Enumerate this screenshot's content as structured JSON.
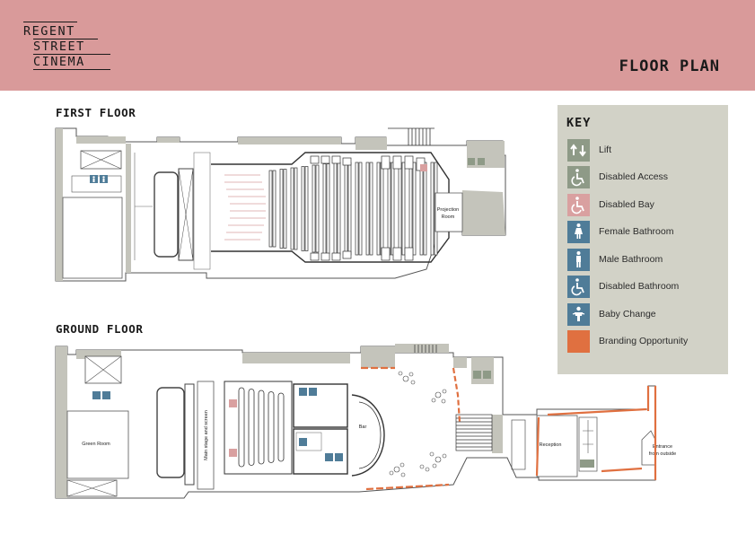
{
  "header": {
    "logo_lines": [
      "REGENT",
      "STREET",
      "CINEMA"
    ],
    "title": "FLOOR PLAN"
  },
  "floors": {
    "first": {
      "title": "FIRST FLOOR",
      "rooms": {
        "projection_room_line1": "Projection",
        "projection_room_line2": "Room"
      }
    },
    "ground": {
      "title": "GROUND FLOOR",
      "rooms": {
        "green_room": "Green Room",
        "main_stage": "Main stage and screen",
        "bar": "Bar",
        "reception": "Reception",
        "entrance_line1": "Entrance",
        "entrance_line2": "from outside"
      }
    }
  },
  "key": {
    "title": "KEY",
    "items": [
      {
        "label": "Lift",
        "icon": "lift-icon",
        "color": "#8e9a87"
      },
      {
        "label": "Disabled Access",
        "icon": "wheelchair-icon",
        "color": "#8e9a87"
      },
      {
        "label": "Disabled Bay",
        "icon": "wheelchair-icon",
        "color": "#d9a0a0"
      },
      {
        "label": "Female Bathroom",
        "icon": "female-icon",
        "color": "#4f7c98"
      },
      {
        "label": "Male Bathroom",
        "icon": "male-icon",
        "color": "#4f7c98"
      },
      {
        "label": "Disabled Bathroom",
        "icon": "wheelchair-icon",
        "color": "#4f7c98"
      },
      {
        "label": "Baby Change",
        "icon": "baby-change-icon",
        "color": "#4f7c98"
      },
      {
        "label": "Branding Opportunity",
        "icon": "branding-swatch",
        "color": "#e07040"
      }
    ]
  },
  "colors": {
    "header_bg": "#d99a9a",
    "key_bg": "#d2d2c7",
    "wall": "#c4c4bb",
    "branding": "#e07040"
  }
}
